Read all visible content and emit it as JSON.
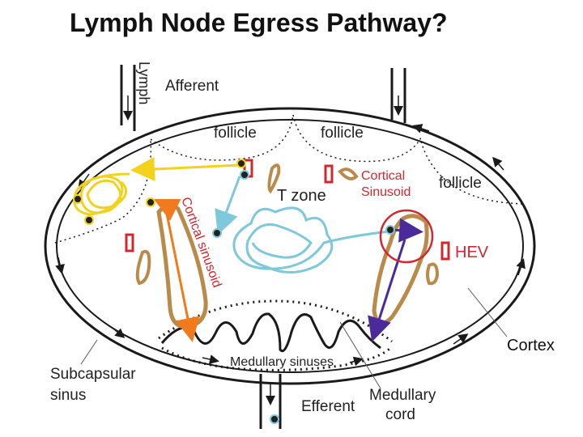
{
  "title": "Lymph Node Egress Pathway?",
  "labels": {
    "lymph": "Lymph",
    "afferent": "Afferent",
    "follicle": "follicle",
    "t_zone": "T zone",
    "cortical_sinusoid_1": "Cortical",
    "cortical_sinusoid_2": "Sinusoid",
    "cortical_sinusoid_vertical": "Cortical sinusoid",
    "hev": "HEV",
    "medullary_sinuses": "Medullary sinuses",
    "subcapsular_1": "Subcapsular",
    "subcapsular_2": "sinus",
    "efferent": "Efferent",
    "medullary_cord_1": "Medullary",
    "medullary_cord_2": "cord",
    "cortex": "Cortex"
  },
  "colors": {
    "outline": "#1a1a1a",
    "yellow_path": "#f2d21a",
    "blue_path": "#7ec8dc",
    "orange_path": "#f07a1c",
    "purple_path": "#4b2a9a",
    "sinusoid": "#b98a4a",
    "marker": "#d0282e",
    "highlight_circle": "#d0282e"
  }
}
